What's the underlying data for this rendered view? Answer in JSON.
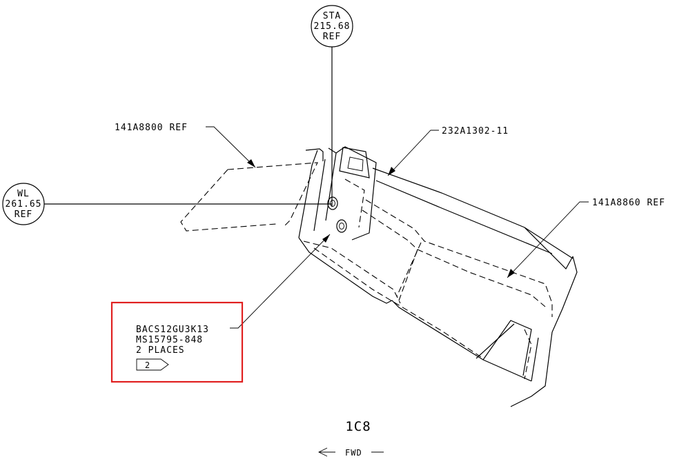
{
  "callouts": {
    "sta": {
      "line1": "STA",
      "line2": "215.68",
      "line3": "REF"
    },
    "wl": {
      "line1": "WL",
      "line2": "261.65",
      "line3": "REF"
    },
    "part_141A8800": "141A8800 REF",
    "part_232A1302": "232A1302-11",
    "part_141A8860": "141A8860 REF"
  },
  "fastener_note": {
    "line1": "BACS12GU3K13",
    "line2": "MS15795-848",
    "line3": "2 PLACES",
    "flag": "2",
    "highlight_color": "#e02020"
  },
  "view_label": "1C8",
  "direction": {
    "label": "FWD",
    "arrow": "left"
  }
}
